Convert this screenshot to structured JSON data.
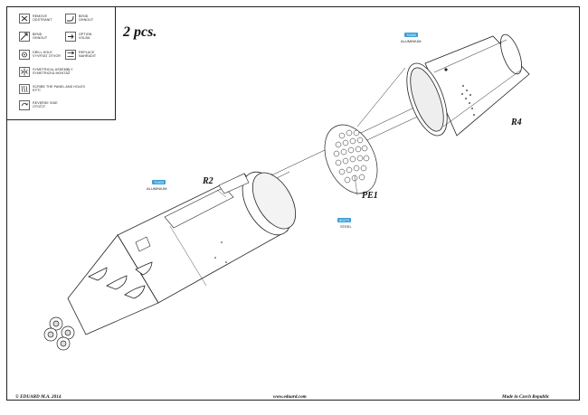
{
  "quantity": "2 pcs.",
  "legend": [
    {
      "icon": "remove-icon",
      "en": "REMOVE",
      "cz": "ODSTRANIT"
    },
    {
      "icon": "bend-icon",
      "en": "BEND",
      "cz": "OHNOUT"
    },
    {
      "icon": "bend-hinge-icon",
      "en": "BEND",
      "cz": "OHNOUT"
    },
    {
      "icon": "option-icon",
      "en": "OPTION",
      "cz": "VOLBA"
    },
    {
      "icon": "drill-icon",
      "en": "DRILL HOLE",
      "cz": "VYVRTAT OTVOR"
    },
    {
      "icon": "replace-icon",
      "en": "REPLACE",
      "cz": "NAHRADIT"
    },
    {
      "icon": "symmetrical-icon",
      "en": "SYMETRICAL ASSEMBLY",
      "cz": "SYMETRICKÁ MONTÁŽ"
    },
    {
      "icon": "sand-icon",
      "en": "SCRIBE THE PANEL AND HOLES",
      "cz": "RÝTÍ"
    },
    {
      "icon": "reverse-icon",
      "en": "REVERSE SIDE",
      "cz": "OTOČIT"
    }
  ],
  "parts": {
    "r4": {
      "label": "R4",
      "tag": "70402",
      "material": "ALUMINIUM"
    },
    "r2": {
      "label": "R2",
      "tag": "70403",
      "material": "ALUMINIUM"
    },
    "pe1": {
      "label": "PE1",
      "tag": "60273",
      "material": "STEEL"
    }
  },
  "footer": {
    "copyright": "© EDUARD M.A. 2014",
    "url": "www.eduard.com",
    "made_in": "Made in Czech Republic"
  }
}
